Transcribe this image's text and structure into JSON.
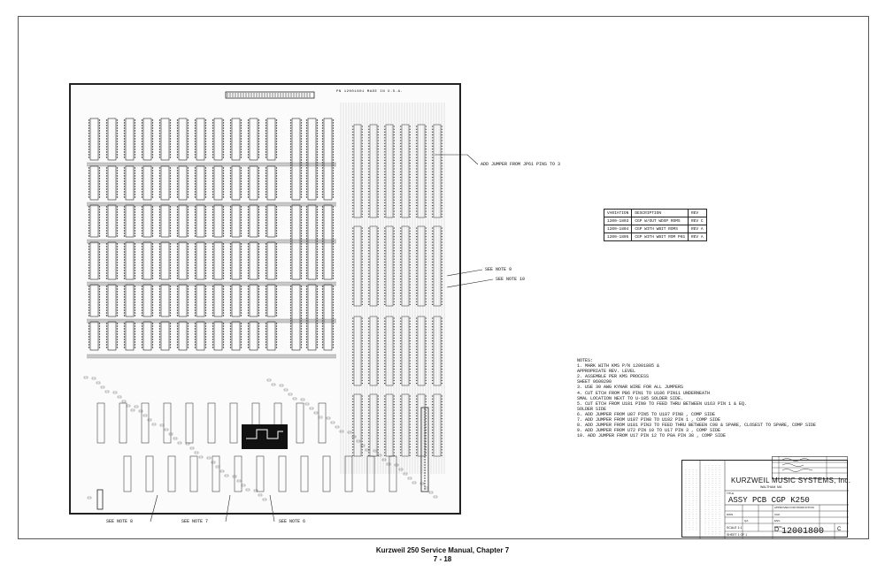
{
  "board": {
    "silkscreen": "PN 12001801 MADE IN U.S.A."
  },
  "callouts": {
    "jumper": "ADD JUMPER FROM JP61 PINS TO 3",
    "note9": "SEE NOTE 9",
    "note10": "SEE NOTE 10",
    "note8": "SEE NOTE 8",
    "note7": "SEE NOTE 7",
    "note6": "SEE NOTE 6"
  },
  "variation_table": {
    "headers": [
      "VARIATION",
      "DESCRIPTION",
      "REV"
    ],
    "rows": [
      [
        "1200-1803",
        "CGP W/OUT WDSP ROMS",
        "REV C"
      ],
      [
        "1200-1804",
        "CGP WITH WBIT ROMS",
        "REV A"
      ],
      [
        "1200-1805",
        "CGP WITH WBIT ROM PKG",
        "REV A"
      ]
    ]
  },
  "notes": {
    "heading": "NOTES:",
    "lines": [
      "1. MARK WITH KMS P/N 12001805 &",
      "   APPROPRIATE REV. LEVEL",
      "2. ASSEMBLE PER KMS PROCESS",
      "   SHEET 0600290",
      "3. USE 30 AWG KYNAR WIRE FOR ALL JUMPERS",
      "4. CUT ETCH FROM PB6 PIN1 TO U186 PIN11 UNDERNEATH",
      "   SMAL LOCATION NEXT TO U-185 SOLDER SIDE.",
      "5. CUT ETCH FROM U181 PIN9 TO FEED THRU BETWEEN U163 PIN 1 & EQ.",
      "   SOLDER SIDE",
      "6. ADD JUMPER FROM U87 PIN5 TO U187 PIN8 , COMP SIDE",
      "7. ADD JUMPER FROM U187 PIN8 TO U182 PIN 1 , COMP SIDE",
      "8. ADD JUMPER FROM U181 PIN3 TO FEED THRU BETWEEN C98 & SPARE, CLOSEST TO SPARE, COMP SIDE",
      "9. ADD JUMPER FROM U72 PIN 10 TO U17 PIN 3 , COMP SIDE",
      "10. ADD JUMPER FROM U17 PIN 12 TO P8A PIN 38 , COMP SIDE"
    ]
  },
  "title_block": {
    "company": "KURZWEIL MUSIC SYSTEMS, Inc.",
    "city": "WALTHAM, MA",
    "assy_label": "TITLE",
    "assy": "ASSY PCB CGP K250",
    "part_number": "12001800",
    "size": "D",
    "rev": "C",
    "approved": "APPROVED FOR PRODUCTION",
    "scale": "SCALE 1:1",
    "sheet": "SHEET 1 OF 1",
    "dwn": "DWN",
    "chk": "CHK",
    "eng": "ENG",
    "prod": "PROD",
    "qa": "QA"
  },
  "footer": {
    "title": "Kurzweil 250 Service Manual, Chapter 7",
    "page": "7 - 18"
  }
}
